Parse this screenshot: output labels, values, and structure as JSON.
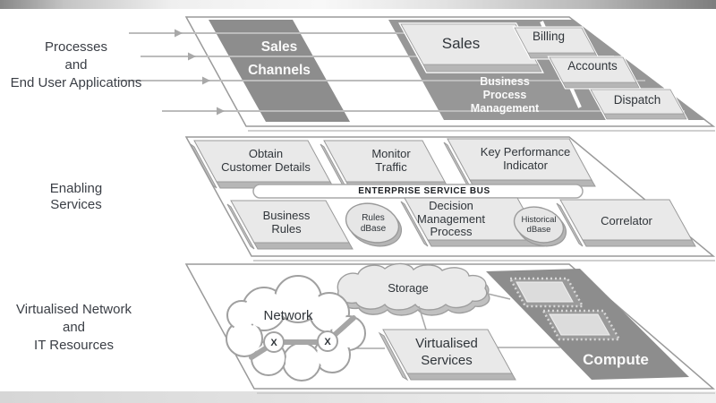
{
  "figure": {
    "type": "layered-architecture-diagram",
    "colors": {
      "dark_shape": "#929292",
      "slab_top": "#e9e9e9",
      "slab_front": "#b6b6b6",
      "outline": "#9a9a9a",
      "flow_line": "#bcbcbc",
      "text_dark": "#30353a",
      "text_light": "#fafafa"
    },
    "processes": {
      "side_label": "Processes\nand\nEnd User Applications",
      "sales_channels": "Sales\nChannels",
      "sales": "Sales",
      "business_process_management": "Business\nProcess\nManagement",
      "billing": "Billing",
      "accounts": "Accounts",
      "dispatch": "Dispatch"
    },
    "enabling": {
      "side_label": "Enabling\nServices",
      "obtain_customer_details": "Obtain\nCustomer Details",
      "monitor_traffic": "Monitor\nTraffic",
      "key_performance_indicator": "Key Performance\nIndicator",
      "enterprise_service_bus": "ENTERPRISE SERVICE BUS",
      "business_rules": "Business\nRules",
      "rules_dbase": "Rules\ndBase",
      "decision_management_process": "Decision\nManagement\nProcess",
      "historical_dbase": "Historical\ndBase",
      "correlator": "Correlator"
    },
    "virtualised": {
      "side_label": "Virtualised Network\nand\nIT Resources",
      "network": "Network",
      "node_x_left": "X",
      "node_x_right": "X",
      "storage": "Storage",
      "virtualised_services": "Virtualised\nServices",
      "compute": "Compute"
    }
  }
}
